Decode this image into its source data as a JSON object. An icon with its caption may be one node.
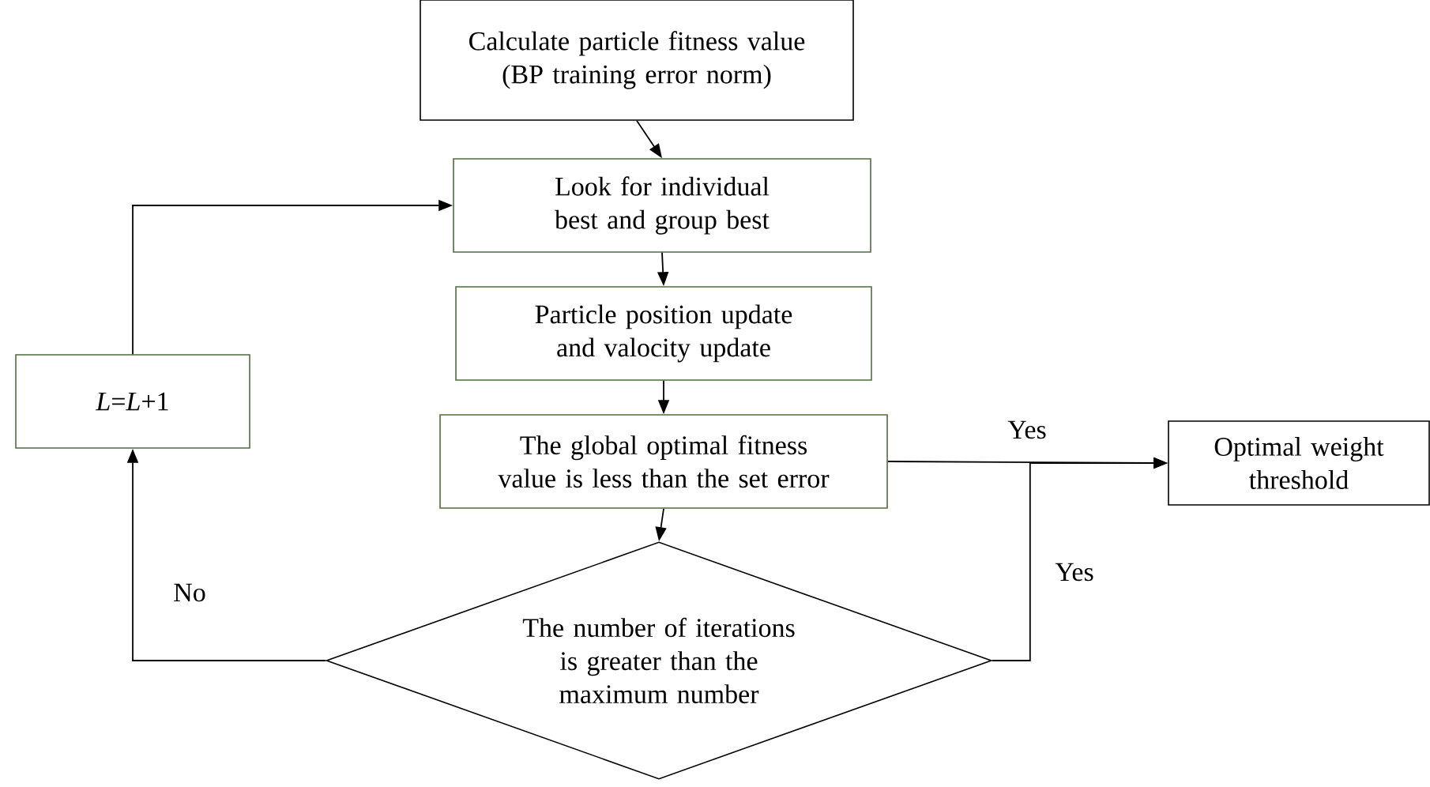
{
  "diagram": {
    "nodes": [
      {
        "text": [
          "Calculate particle fitness value (BP training error norm)"
        ]
      },
      {
        "text": [
          "Look for individual best and group best"
        ]
      },
      {
        "text": [
          "Particle position update and valocity update"
        ]
      },
      {
        "text": [
          "The global optimal fitness value is less than the set error"
        ]
      },
      {
        "text": [
          "The number of iterations is greater than the maximum number"
        ]
      },
      {
        "text": [
          "*L*=*L*+1"
        ]
      },
      {
        "text": [
          "Optimal weight threshold"
        ]
      }
    ],
    "edges": [
      {
        "from": 0,
        "to": 1,
        "arrow": "to"
      },
      {
        "from": 1,
        "to": 2,
        "arrow": "to"
      },
      {
        "from": 2,
        "to": 3,
        "arrow": "to"
      },
      {
        "from": 3,
        "to": 4,
        "arrow": "to"
      },
      {
        "from": 3,
        "to": 6,
        "arrow": "to",
        "label": "Yes"
      },
      {
        "from": 4,
        "to": 6,
        "arrow": "to",
        "label": "Yes"
      },
      {
        "from": 4,
        "to": 5,
        "arrow": "to",
        "label": "No"
      },
      {
        "from": 5,
        "to": 1,
        "arrow": "to"
      }
    ]
  }
}
